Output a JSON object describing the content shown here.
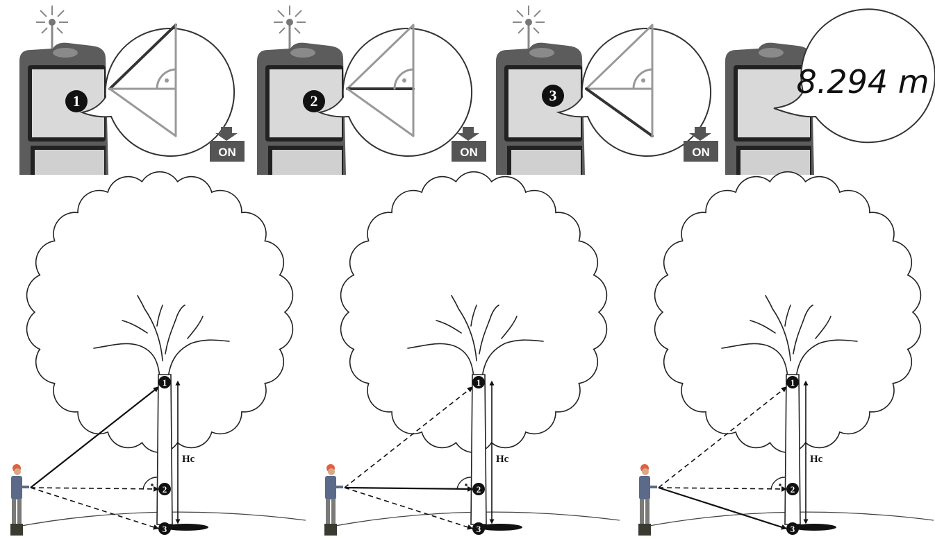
{
  "steps": [
    {
      "marker": "1",
      "on_label": "ON"
    },
    {
      "marker": "2",
      "on_label": "ON"
    },
    {
      "marker": "3",
      "on_label": "ON"
    }
  ],
  "result": {
    "display": "8.294 m"
  },
  "scenes": [
    {
      "active_leg": 1,
      "points": [
        "1",
        "2",
        "3"
      ],
      "height_label": "Hc"
    },
    {
      "active_leg": 2,
      "points": [
        "1",
        "2",
        "3"
      ],
      "height_label": "Hc"
    },
    {
      "active_leg": 3,
      "points": [
        "1",
        "2",
        "3"
      ],
      "height_label": "Hc"
    }
  ]
}
